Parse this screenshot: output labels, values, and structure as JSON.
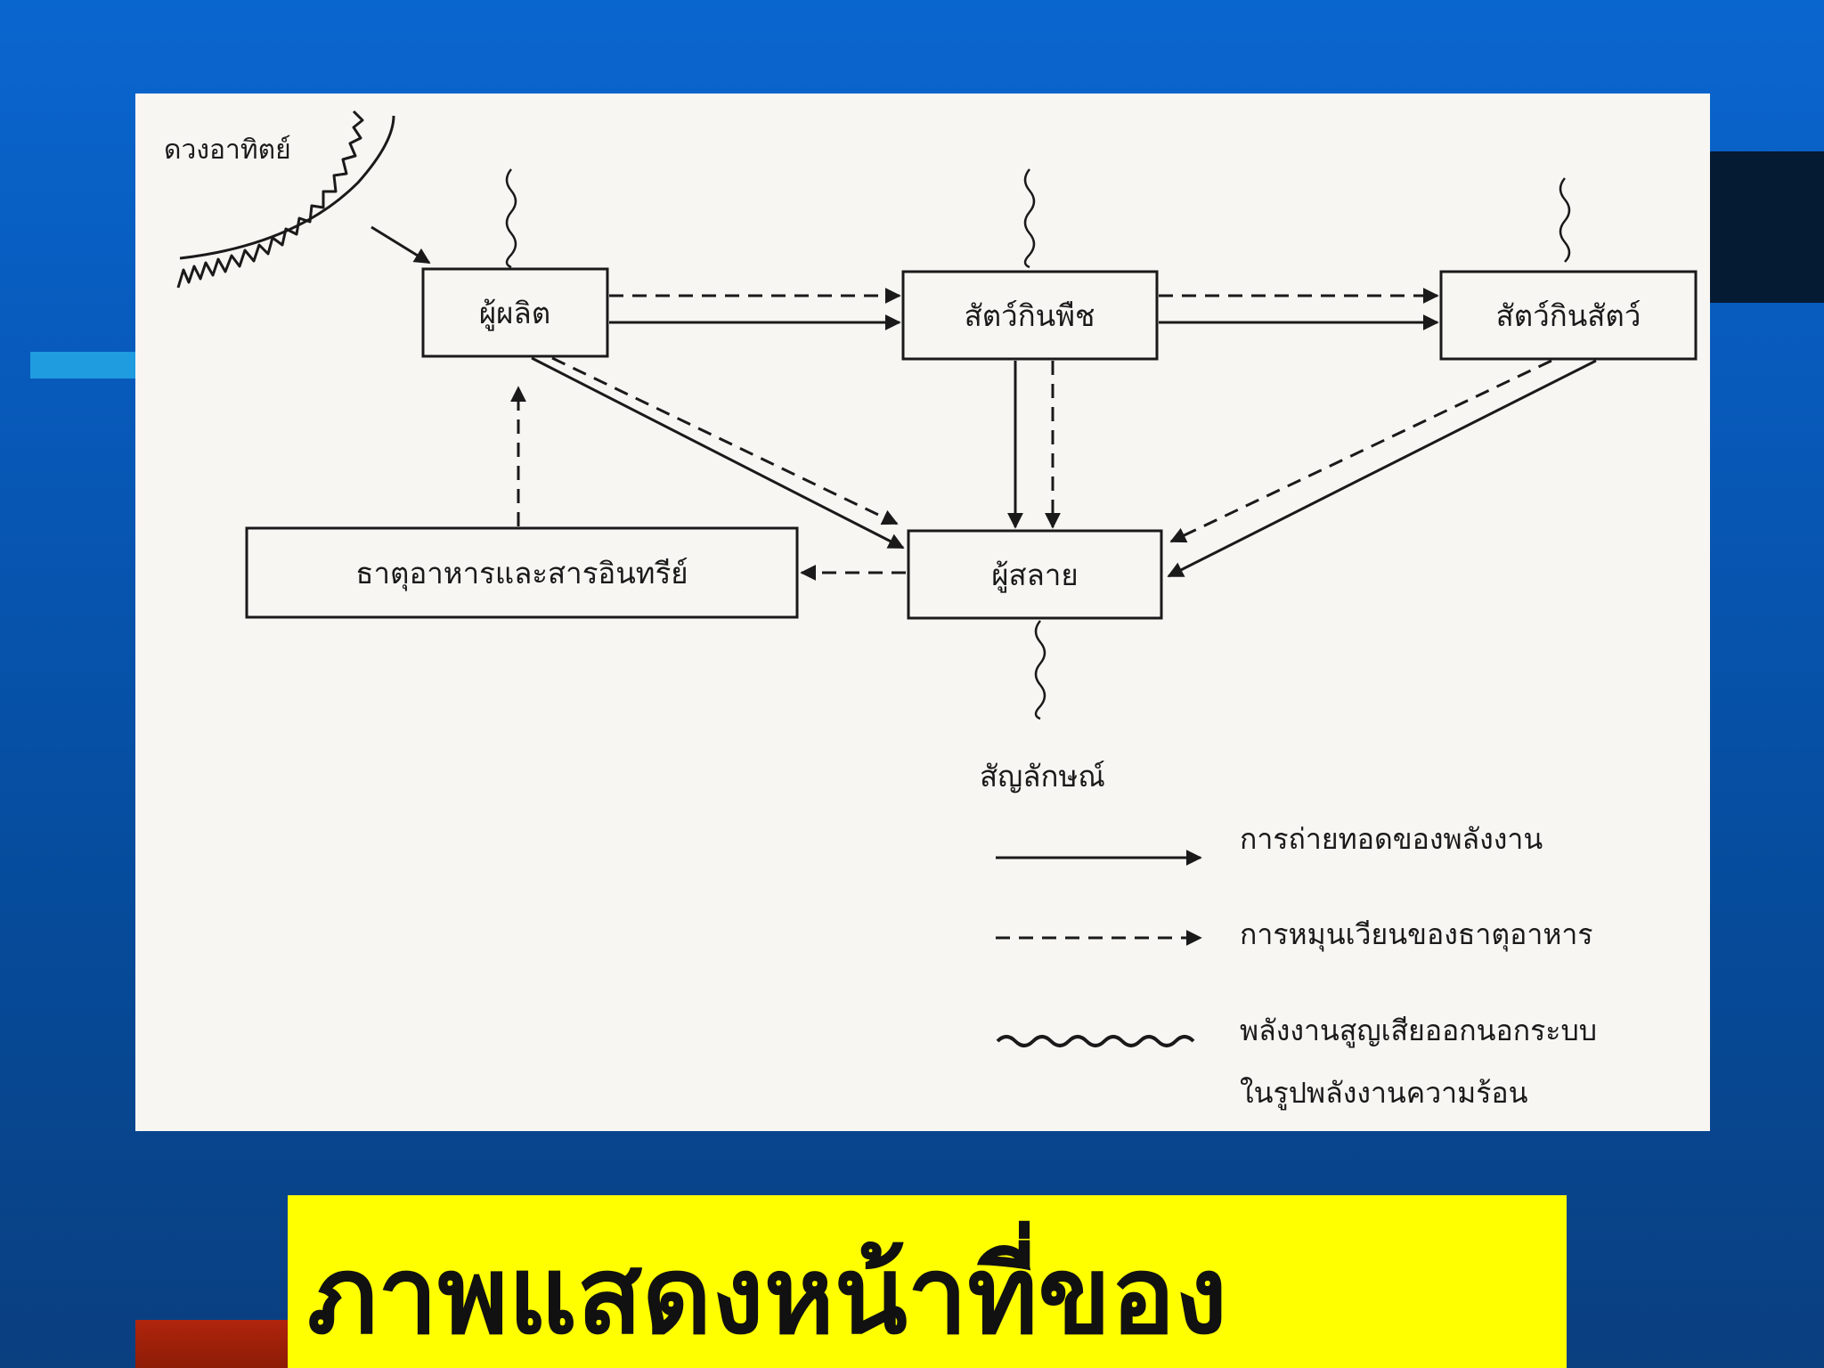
{
  "diagram": {
    "sun_label": "ดวงอาทิตย์",
    "nodes": {
      "producer": "ผู้ผลิต",
      "herbivore": "สัตว์กินพืช",
      "carnivore": "สัตว์กินสัตว์",
      "decomposer": "ผู้สลาย",
      "nutrients": "ธาตุอาหารและสารอินทรีย์"
    },
    "legend": {
      "title": "สัญลักษณ์",
      "energy_transfer": "การถ่ายทอดของพลังงาน",
      "nutrient_cycle": "การหมุนเวียนของธาตุอาหาร",
      "heat_loss_line1": "พลังงานสูญเสียออกนอกระบบ",
      "heat_loss_line2": "ในรูปพลังงานความร้อน"
    }
  },
  "caption": "ภาพแสดงหน้าที่ของ",
  "colors": {
    "background": "#0757b5",
    "caption_bg": "#ffff00",
    "panel_bg": "#f7f6f3",
    "ink": "#1a1a1a"
  }
}
